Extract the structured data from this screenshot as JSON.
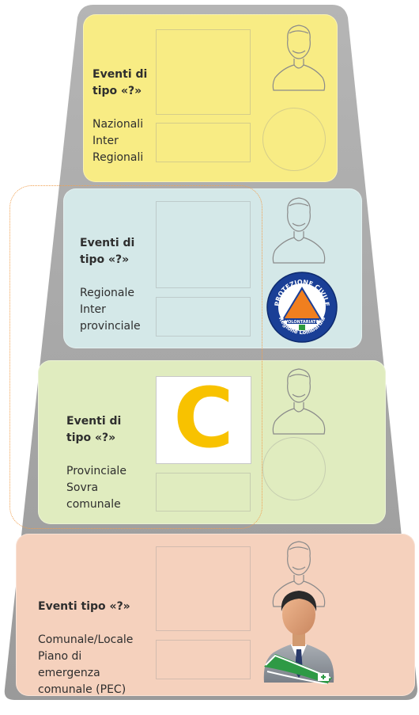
{
  "tiers": [
    {
      "title": "Eventi di\ntipo «?»",
      "body": "Nazionali\nInter\nRegionali"
    },
    {
      "title": "Eventi di\ntipo «?»",
      "body": "Regionale\nInter\nprovinciale"
    },
    {
      "title": "Eventi di\ntipo «?»",
      "body": "Provinciale\nSovra\ncomunale"
    },
    {
      "title": "Eventi tipo «?»",
      "body": "Comunale/Locale\nPiano di\nemergenza\ncomunale (PEC)"
    }
  ],
  "logos": {
    "c_letter": "C",
    "protezione_civile": {
      "top_text": "PROTEZIONE CIVILE",
      "center_text": "VOLONTARIATO",
      "bottom_text": "Regione Lombardia"
    }
  },
  "colors": {
    "tier1": "#f8ec84",
    "tier2": "#d4e8e8",
    "tier3": "#e0ecbf",
    "tier4": "#f5d1bd",
    "dotted_outline": "#f0a050",
    "c_logo": "#f8c200"
  },
  "icons": [
    "person-outline-icon",
    "mayor-avatar-icon",
    "protezione-civile-logo"
  ]
}
